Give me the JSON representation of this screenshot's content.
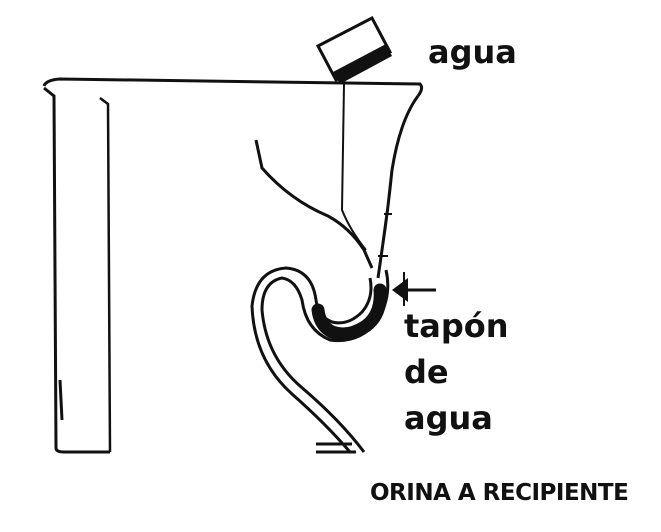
{
  "diagram": {
    "labels": {
      "water_top": "agua",
      "water_plug_line1": "tapón",
      "water_plug_line2": "de",
      "water_plug_line3": "agua",
      "outlet": "ORINA A RECIPIENTE"
    },
    "colors": {
      "ink": "#111111",
      "background": "#ffffff"
    },
    "icons": [
      "water-container-icon",
      "arrow-left-icon"
    ]
  }
}
